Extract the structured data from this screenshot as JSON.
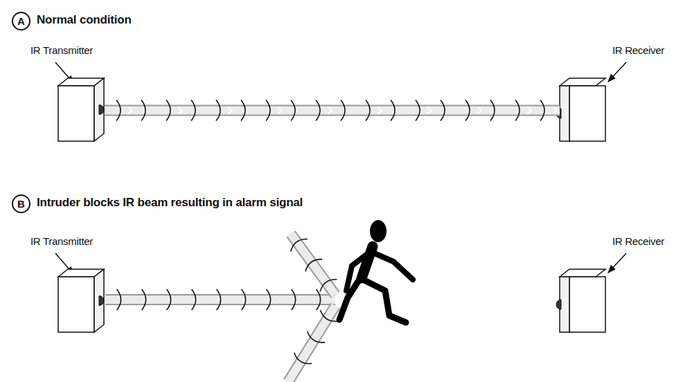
{
  "diagram": {
    "nodes": [
      {
        "text": [
          "A"
        ]
      },
      {
        "text": [
          "IR Transmitter"
        ]
      },
      {
        "text": [
          "IR Receiver"
        ]
      },
      {
        "text": [
          "B"
        ]
      },
      {
        "text": [
          "IR Transmitter"
        ]
      },
      {
        "text": [
          "IR Receiver"
        ]
      }
    ],
    "edges": [
      {
        "from": 1,
        "to": 2,
        "arrow": "to"
      }
    ],
    "labels": [
      "Normal condition",
      "Intruder blocks IR beam resulting in alarm signal"
    ]
  }
}
